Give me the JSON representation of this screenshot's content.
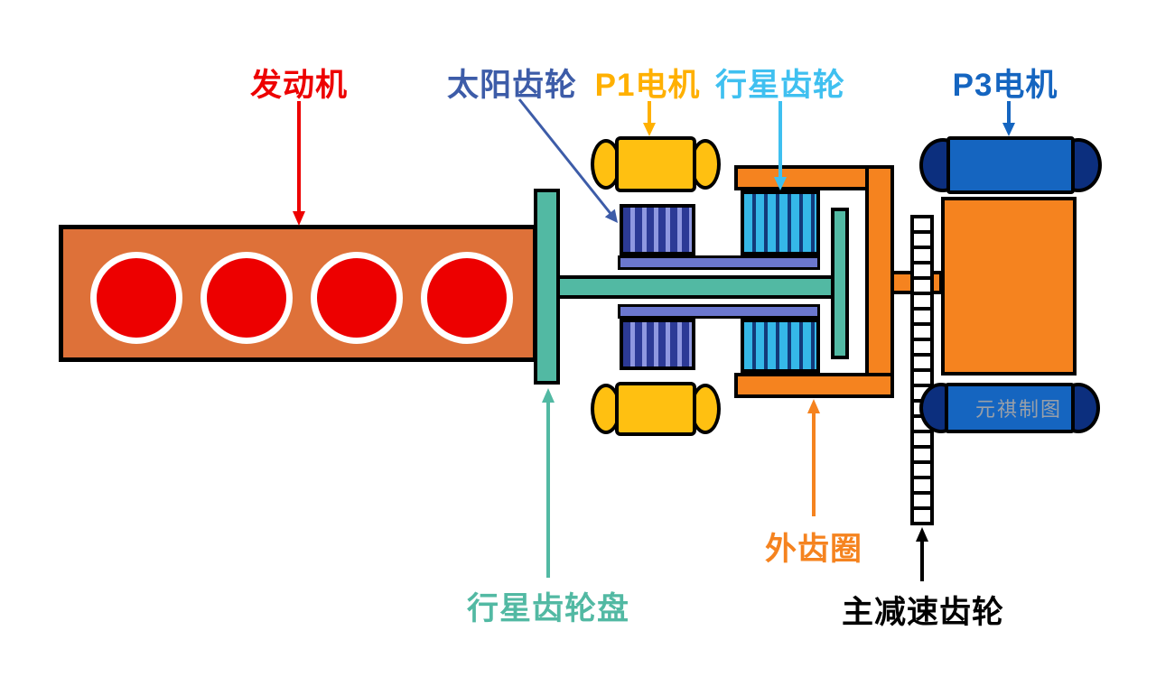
{
  "labels": {
    "engine": "发动机",
    "sun_gear": "太阳齿轮",
    "p1_motor": "P1电机",
    "planet_gear": "行星齿轮",
    "p3_motor": "P3电机",
    "planet_carrier": "行星齿轮盘",
    "ring_gear": "外齿圈",
    "final_drive_gear": "主减速齿轮"
  },
  "watermark": "元祺制图",
  "colors": {
    "engine_body": "#DE7139",
    "engine_red": "#ED0000",
    "cylinder_red": "#ED0000",
    "carrier_teal": "#52B9A3",
    "p1_yellow": "#FFC011",
    "p1_label": "#FFB000",
    "sun_gear_dark": "#2C3A96",
    "sun_gear_light": "#8F98E0",
    "sun_sleeve_blue": "#6B77CE",
    "sun_label": "#3D5CA8",
    "planet_teeth": "#35B8E8",
    "planet_label": "#3FC0F0",
    "ring_orange": "#F5831F",
    "p3_blue": "#1565C0",
    "p3_end_dark": "#0C2F7E",
    "final_drive_black": "#000000",
    "watermark_gray": "#9AA0A8",
    "outline_black": "#000000"
  }
}
